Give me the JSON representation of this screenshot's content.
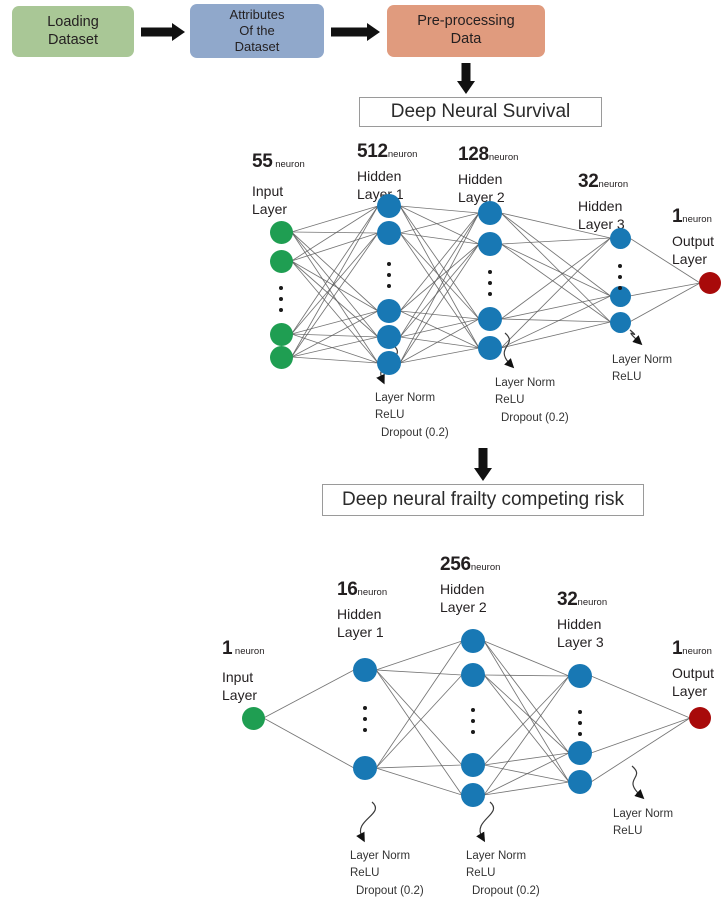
{
  "pipeline": {
    "boxes": [
      {
        "label_lines": [
          "Loading",
          "Dataset"
        ],
        "color": "#a9c796"
      },
      {
        "label_lines": [
          "Attributes",
          "Of the",
          "Dataset"
        ],
        "color": "#90a8cb"
      },
      {
        "label_lines": [
          "Pre-processing",
          "Data"
        ],
        "color": "#e09b7e"
      }
    ]
  },
  "stages": [
    {
      "title": "Deep Neural Survival"
    },
    {
      "title": "Deep neural frailty competing risk"
    }
  ],
  "networks": [
    {
      "name": "deep-neural-survival",
      "layers": [
        {
          "count": "55",
          "unit": "neuron",
          "name_lines": [
            "Input",
            "Layer"
          ],
          "color": "#1f9e52",
          "annotation": null
        },
        {
          "count": "512",
          "unit": "neuron",
          "name_lines": [
            "Hidden",
            "Layer 1"
          ],
          "color": "#1878b4",
          "annotation": [
            "Layer Norm",
            "ReLU",
            "Dropout (0.2)"
          ]
        },
        {
          "count": "128",
          "unit": "neuron",
          "name_lines": [
            "Hidden",
            "Layer 2"
          ],
          "color": "#1878b4",
          "annotation": [
            "Layer Norm",
            "ReLU",
            "Dropout (0.2)"
          ]
        },
        {
          "count": "32",
          "unit": "neuron",
          "name_lines": [
            "Hidden",
            "Layer 3"
          ],
          "color": "#1878b4",
          "annotation": [
            "Layer Norm",
            "ReLU"
          ]
        },
        {
          "count": "1",
          "unit": "neuron",
          "name_lines": [
            "Output",
            "Layer"
          ],
          "color": "#a80a0a",
          "annotation": null
        }
      ]
    },
    {
      "name": "deep-neural-frailty-competing-risk",
      "layers": [
        {
          "count": "1",
          "unit": "neuron",
          "name_lines": [
            "Input",
            "Layer"
          ],
          "color": "#1f9e52",
          "annotation": null
        },
        {
          "count": "16",
          "unit": "neuron",
          "name_lines": [
            "Hidden",
            "Layer 1"
          ],
          "color": "#1878b4",
          "annotation": [
            "Layer Norm",
            "ReLU",
            "Dropout (0.2)"
          ]
        },
        {
          "count": "256",
          "unit": "neuron",
          "name_lines": [
            "Hidden",
            "Layer 2"
          ],
          "color": "#1878b4",
          "annotation": [
            "Layer Norm",
            "ReLU",
            "Dropout (0.2)"
          ]
        },
        {
          "count": "32",
          "unit": "neuron",
          "name_lines": [
            "Hidden",
            "Layer 3"
          ],
          "color": "#1878b4",
          "annotation": [
            "Layer Norm",
            "ReLU"
          ]
        },
        {
          "count": "1",
          "unit": "neuron",
          "name_lines": [
            "Output",
            "Layer"
          ],
          "color": "#a80a0a",
          "annotation": null
        }
      ]
    }
  ],
  "colors": {
    "edge": "#5c5c5c",
    "arrow": "#111111",
    "box_border": "#9a9a9a",
    "green_node": "#1f9e52",
    "blue_node": "#1878b4",
    "red_node": "#a80a0a"
  }
}
